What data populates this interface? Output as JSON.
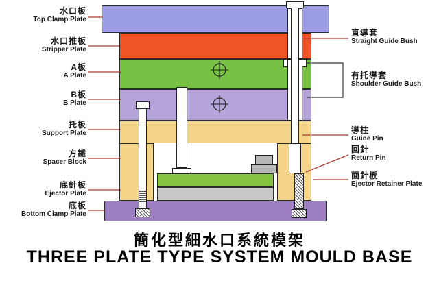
{
  "title": {
    "zh": "簡化型細水口系統模架",
    "en": "THREE PLATE TYPE SYSTEM MOULD BASE"
  },
  "left_labels": [
    {
      "zh": "水口板",
      "en": "Top Clamp Plate"
    },
    {
      "zh": "水口推板",
      "en": "Stripper Plate"
    },
    {
      "zh": "A板",
      "en": "A Plate"
    },
    {
      "zh": "B板",
      "en": "B Plate"
    },
    {
      "zh": "托板",
      "en": "Support Plate"
    },
    {
      "zh": "方鐵",
      "en": "Spacer Block"
    },
    {
      "zh": "底針板",
      "en": "Ejector Plate"
    },
    {
      "zh": "底板",
      "en": "Bottom Clamp Plate"
    }
  ],
  "right_labels": [
    {
      "zh": "直導套",
      "en": "Straight Guide Bush"
    },
    {
      "zh": "有托導套",
      "en": "Shoulder Guide Bush"
    },
    {
      "zh": "導柱",
      "en": "Guide Pin"
    },
    {
      "zh": "回針",
      "en": "Return Pin"
    },
    {
      "zh": "面針板",
      "en": "Ejector Retainer Plate"
    }
  ],
  "colors": {
    "top_clamp_plate": "#9c9ce2",
    "stripper_plate": "#ee5526",
    "a_plate": "#76c043",
    "b_plate": "#b4a4da",
    "support_plate": "#f4d488",
    "spacer_block": "#f4d488",
    "ejector_retainer_plate": "#85c441",
    "ejector_plate": "#c9c9c9",
    "bottom_clamp_plate": "#9d7ec2",
    "leader_line": "#a63a32",
    "label_text": "#1c1c1c",
    "title_text": "#000000"
  }
}
